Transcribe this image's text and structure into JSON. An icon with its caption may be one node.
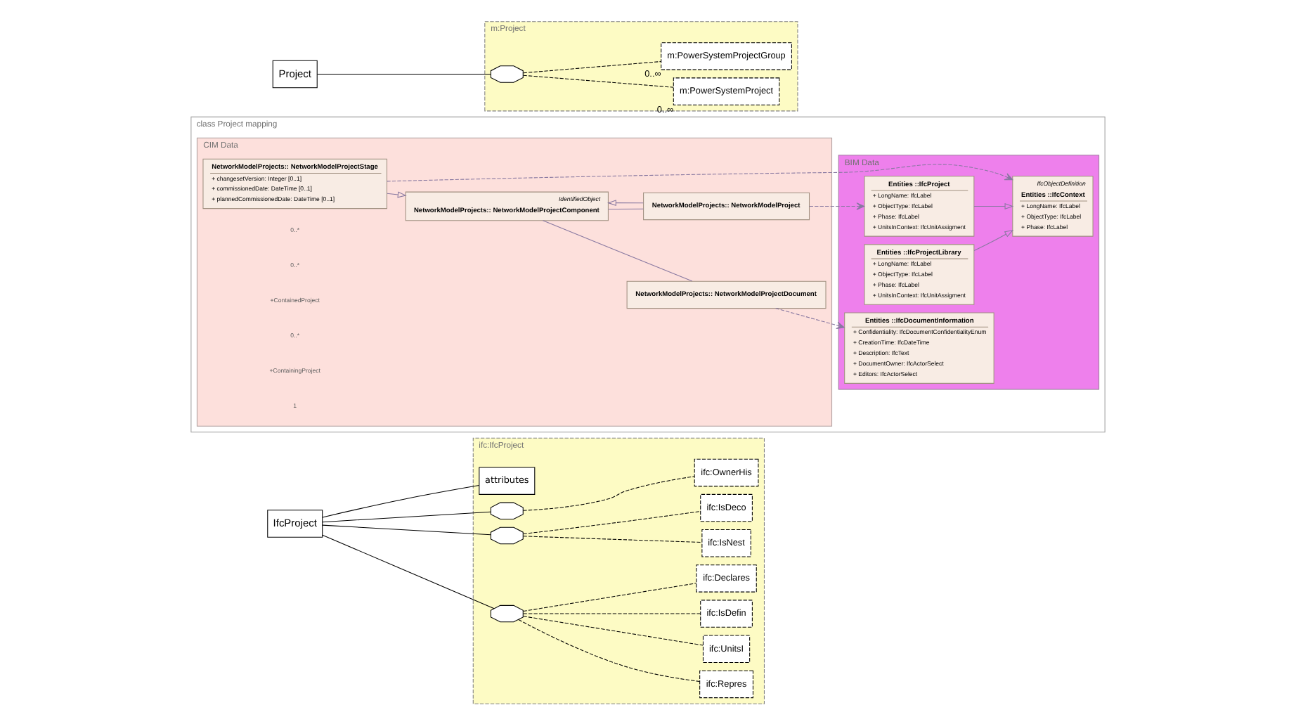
{
  "diagram": {
    "nodes": [
      {
        "text": [
          "IfcProject"
        ]
      },
      {
        "text": [
          "ifc:IfcProject"
        ]
      },
      {
        "text": [
          "attributes"
        ],
        "in": 1
      },
      {
        "text": [],
        "shape": "octagon",
        "in": 1
      },
      {
        "text": [],
        "shape": "octagon",
        "in": 1
      },
      {
        "text": [],
        "shape": "octagon",
        "in": 1
      },
      {
        "text": [
          "ifc:OwnerHis"
        ],
        "in": 1
      },
      {
        "text": [
          "ifc:IsNest"
        ],
        "in": 1
      },
      {
        "text": [
          "ifc:IsDeco"
        ],
        "in": 1
      },
      {
        "text": [
          "ifc:Repres"
        ],
        "in": 1
      },
      {
        "text": [
          "ifc:UnitsI"
        ],
        "in": 1
      },
      {
        "text": [
          "ifc:IsDefin"
        ],
        "in": 1
      },
      {
        "text": [
          "ifc:Declares"
        ],
        "in": 1
      },
      {
        "text": [
          "class Project mapping"
        ]
      },
      {
        "text": [
          "CIM Data"
        ],
        "in": 13
      },
      {
        "text": [
          "NetworkModelProjects:: NetworkModelProjectStage",
          "+ changesetVersion: Integer [0..1]",
          "+ commissionedDate: DateTime [0..1]",
          "+ plannedCommissionedDate: DateTime [0..1]"
        ],
        "in": 14
      },
      {
        "text": [
          "IdentifiedObject",
          "NetworkModelProjects:: NetworkModelProjectComponent"
        ],
        "in": 14
      },
      {
        "text": [
          "NetworkModelProjects:: NetworkModelProjectDocument"
        ],
        "in": 14
      },
      {
        "text": [
          "NetworkModelProjects:: NetworkModelProject"
        ],
        "in": 14
      },
      {
        "text": [
          "BIM Data"
        ],
        "in": 13
      },
      {
        "text": [
          "Entities ::IfcDocumentInformation",
          "+ Confidentiality: IfcDocumentConfidentialityEnum",
          "+ CreationTime: IfcDateTime",
          "+ Description: IfcText",
          "+ DocumentOwner: IfcActorSelect",
          "+ Editors: IfcActorSelect"
        ],
        "in": 19
      },
      {
        "text": [
          "IfcObjectDefinition",
          "Entities ::IfcContext",
          "+ LongName: IfcLabel",
          "+ ObjectType: IfcLabel",
          "+ Phase: IfcLabel"
        ],
        "in": 19
      },
      {
        "text": [
          "Entities ::IfcProjectLibrary",
          "+ LongName: IfcLabel",
          "+ ObjectType: IfcLabel",
          "+ Phase: IfcLabel",
          "+ UnitsInContext: IfcUnitAssigment"
        ],
        "in": 19
      },
      {
        "text": [
          "Entities ::IfcProject",
          "+ LongName: IfcLabel",
          "+ ObjectType: IfcLabel",
          "+ Phase: IfcLabel",
          "+ UnitsInContext: IfcUnitAssigment"
        ],
        "in": 19
      },
      {
        "text": [
          "m:Project"
        ]
      },
      {
        "text": [
          "Project"
        ]
      },
      {
        "text": [],
        "shape": "octagon",
        "in": 24
      },
      {
        "text": [
          "m:PowerSystemProject"
        ],
        "beside": [
          "0..∞"
        ],
        "in": 24
      },
      {
        "text": [
          "m:PowerSystemProjectGroup"
        ],
        "beside": [
          "0..∞"
        ],
        "in": 24
      }
    ],
    "edges": [
      {
        "from": 0,
        "to": 2,
        "arrow": "none"
      },
      {
        "from": 0,
        "to": 3,
        "arrow": "none"
      },
      {
        "from": 0,
        "to": 4,
        "arrow": "none"
      },
      {
        "from": 0,
        "to": 5,
        "arrow": "none"
      },
      {
        "from": 3,
        "to": 6,
        "arrow": "none",
        "style": "dashed"
      },
      {
        "from": 4,
        "to": 7,
        "arrow": "none",
        "style": "dashed"
      },
      {
        "from": 4,
        "to": 8,
        "arrow": "none",
        "style": "dashed"
      },
      {
        "from": 5,
        "to": 9,
        "arrow": "none",
        "style": "dashed"
      },
      {
        "from": 5,
        "to": 10,
        "arrow": "none",
        "style": "dashed"
      },
      {
        "from": 5,
        "to": 11,
        "arrow": "none",
        "style": "dashed"
      },
      {
        "from": 5,
        "to": 12,
        "arrow": "none",
        "style": "dashed"
      },
      {
        "from": 15,
        "to": 16,
        "arrow": "to",
        "color": "#8878a0"
      },
      {
        "from": 18,
        "to": 16,
        "arrow": "to",
        "color": "#8878a0"
      },
      {
        "from": 16,
        "to": 17,
        "arrow": "none",
        "color": "#8878a0"
      },
      {
        "from": 16,
        "to": 18,
        "arrow": "none",
        "color": "#8878a0"
      },
      {
        "from": 17,
        "to": 20,
        "arrow": "to",
        "style": "dashed",
        "color": "#8878a0"
      },
      {
        "from": 15,
        "to": 21,
        "arrow": "to",
        "style": "dashed",
        "color": "#8878a0"
      },
      {
        "from": 18,
        "to": 23,
        "arrow": "to",
        "style": "dashed",
        "color": "#8878a0"
      },
      {
        "from": 22,
        "to": 21,
        "arrow": "to",
        "color": "#8878a0"
      },
      {
        "from": 23,
        "to": 21,
        "arrow": "to",
        "color": "#8878a0"
      },
      {
        "from": 25,
        "to": 26,
        "arrow": "none"
      },
      {
        "from": 26,
        "to": 27,
        "arrow": "none",
        "style": "dashed"
      },
      {
        "from": 26,
        "to": 28,
        "arrow": "none",
        "style": "dashed"
      }
    ],
    "labels": [
      "0..*",
      "0..*",
      "+ContainedProject",
      "0..*",
      "+ContainingProject",
      "1"
    ]
  }
}
